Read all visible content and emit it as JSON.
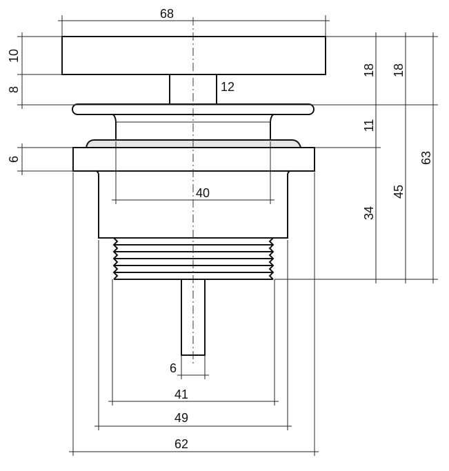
{
  "dimensions": {
    "cap_width": "68",
    "cap_height": "10",
    "stem_height": "8",
    "stem_width": "12",
    "top_to_disc_right": "18",
    "top_to_disc_outer": "18",
    "disc_to_flange": "11",
    "flange_thickness": "6",
    "inner_diameter": "40",
    "body_height": "34",
    "disc_to_bottom": "45",
    "overall_height": "63",
    "pin_width": "6",
    "thread_diameter": "41",
    "body_diameter": "49",
    "flange_diameter": "62"
  }
}
